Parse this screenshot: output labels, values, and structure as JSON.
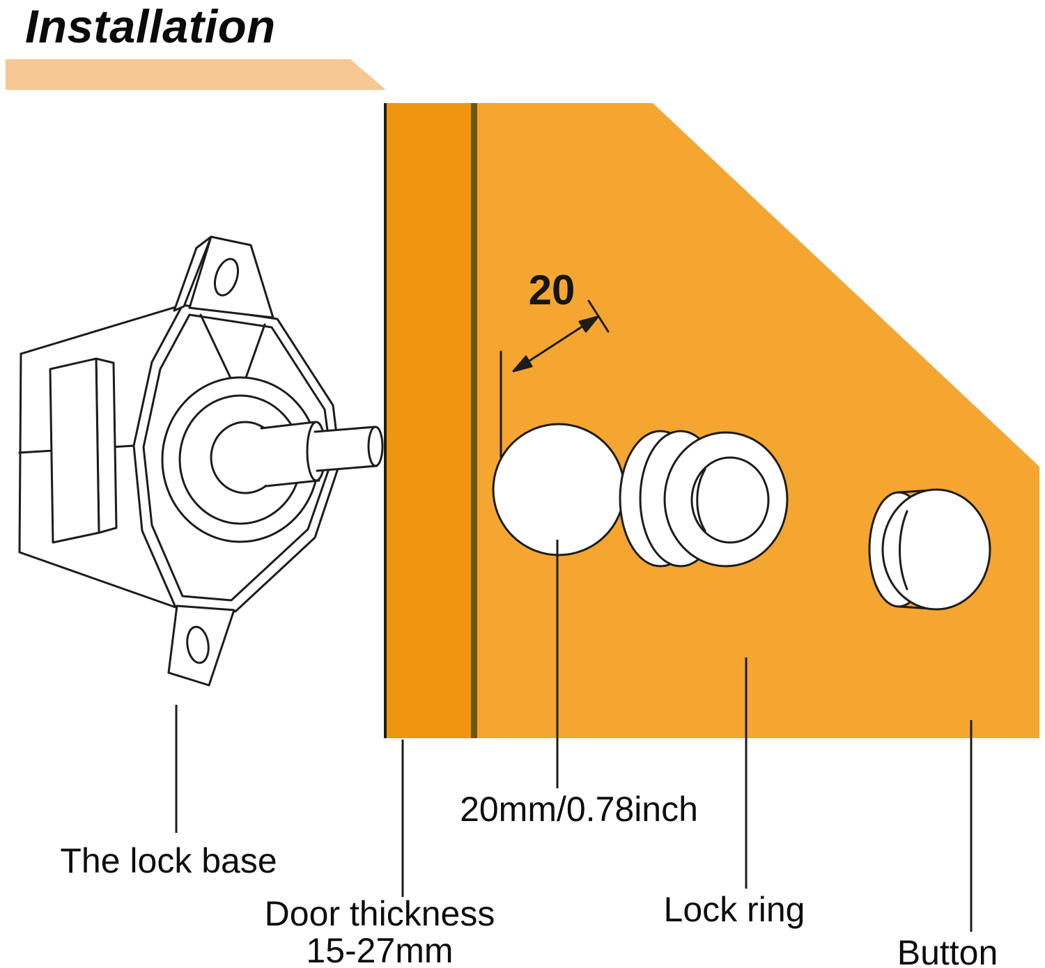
{
  "title": "Installation",
  "dimension_label": "20",
  "labels": {
    "lock_base": "The lock base",
    "door_thickness_1": "Door thickness",
    "door_thickness_2": "15-27mm",
    "hole_size": "20mm/0.78inch",
    "lock_ring": "Lock ring",
    "button": "Button"
  },
  "colors": {
    "banner": "#F6C892",
    "door": "#F2950E",
    "door_shadow": "#6B5617",
    "panel": "#F5A630",
    "ink": "#1C1C1C"
  }
}
